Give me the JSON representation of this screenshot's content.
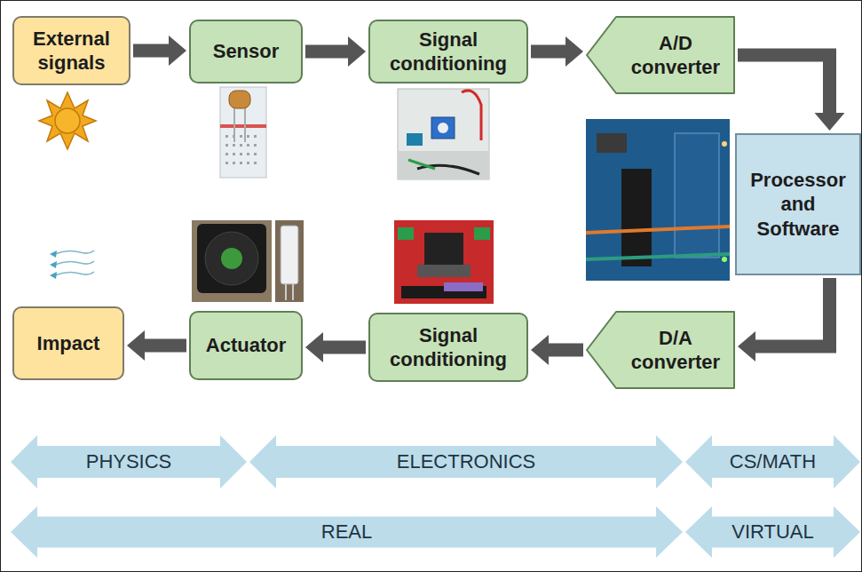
{
  "diagram": {
    "nodes": [
      {
        "text": [
          "External signals"
        ]
      },
      {
        "text": [
          "Sensor"
        ]
      },
      {
        "text": [
          "Signal conditioning"
        ]
      },
      {
        "text": [
          "A/D converter"
        ]
      },
      {
        "text": [
          "Processor and Software"
        ]
      },
      {
        "text": [
          "D/A converter"
        ]
      },
      {
        "text": [
          "Signal conditioning"
        ]
      },
      {
        "text": [
          "Actuator"
        ]
      },
      {
        "text": [
          "Impact"
        ]
      },
      {
        "text": [
          "PHYSICS"
        ]
      },
      {
        "text": [
          "ELECTRONICS"
        ]
      },
      {
        "text": [
          "CS/MATH"
        ]
      },
      {
        "text": [
          "REAL"
        ]
      },
      {
        "text": [
          "VIRTUAL"
        ]
      }
    ],
    "edges": [
      {
        "from": 0,
        "to": 1,
        "arrow": "to"
      },
      {
        "from": 1,
        "to": 2,
        "arrow": "to"
      },
      {
        "from": 2,
        "to": 3,
        "arrow": "to"
      },
      {
        "from": 3,
        "to": 4,
        "arrow": "to"
      },
      {
        "from": 4,
        "to": 5,
        "arrow": "to"
      },
      {
        "from": 5,
        "to": 6,
        "arrow": "to"
      },
      {
        "from": 6,
        "to": 7,
        "arrow": "to"
      },
      {
        "from": 7,
        "to": 8,
        "arrow": "to"
      }
    ]
  }
}
